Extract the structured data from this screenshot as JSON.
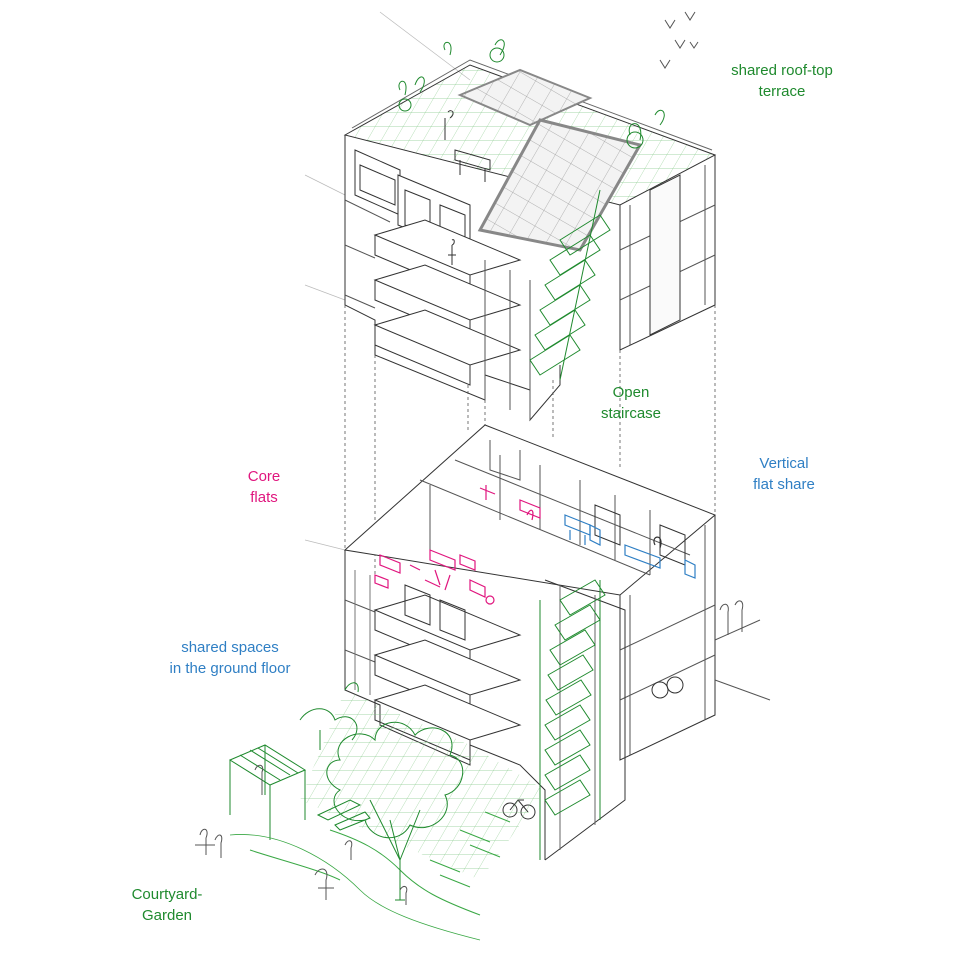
{
  "colors": {
    "green": "#1f8a2e",
    "green_light": "#3aa845",
    "magenta": "#e0167e",
    "blue": "#2f7fc4",
    "line": "#333333",
    "grey": "#777777"
  },
  "labels": {
    "roof_terrace": {
      "line1": "shared roof-top",
      "line2": "terrace",
      "color": "#1f8a2e"
    },
    "open_staircase": {
      "line1": "Open",
      "line2": "staircase",
      "color": "#1f8a2e"
    },
    "core_flats": {
      "line1": "Core",
      "line2": "flats",
      "color": "#e0167e"
    },
    "vertical_flat_share": {
      "line1": "Vertical",
      "line2": "flat share",
      "color": "#2f7fc4"
    },
    "shared_spaces": {
      "line1": "shared spaces",
      "line2": "in the ground floor",
      "color": "#2f7fc4"
    },
    "courtyard_garden": {
      "line1": "Courtyard-",
      "line2": "Garden",
      "color": "#1f8a2e"
    }
  }
}
